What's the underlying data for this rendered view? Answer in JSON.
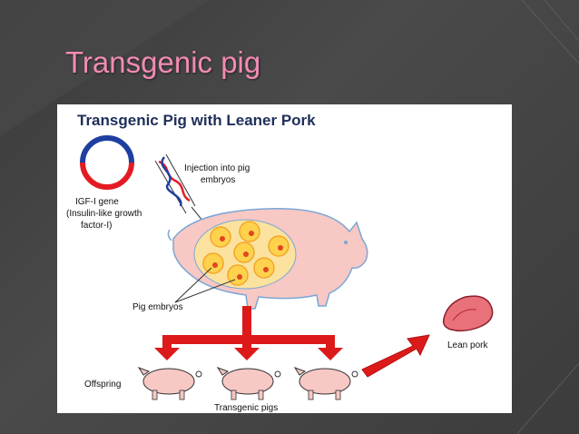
{
  "slide": {
    "title": "Transgenic pig"
  },
  "figure": {
    "title": "Transgenic Pig with Leaner Pork",
    "injection_label_line1": "Injection into pig",
    "injection_label_line2": "embryos",
    "gene_label_line1": "IGF-I gene",
    "gene_label_line2": "(Insulin-like growth",
    "gene_label_line3": "factor-I)",
    "embryos_label": "Pig embryos",
    "offspring_label": "Offspring",
    "transgenic_label": "Transgenic pigs",
    "pork_label": "Lean pork"
  },
  "colors": {
    "title_pink": "#f28bb6",
    "arrow_red": "#dd1a1a",
    "pig_pink": "#f7c8c4",
    "plasmid_red": "#e31b23",
    "plasmid_blue": "#1e3fa0"
  }
}
